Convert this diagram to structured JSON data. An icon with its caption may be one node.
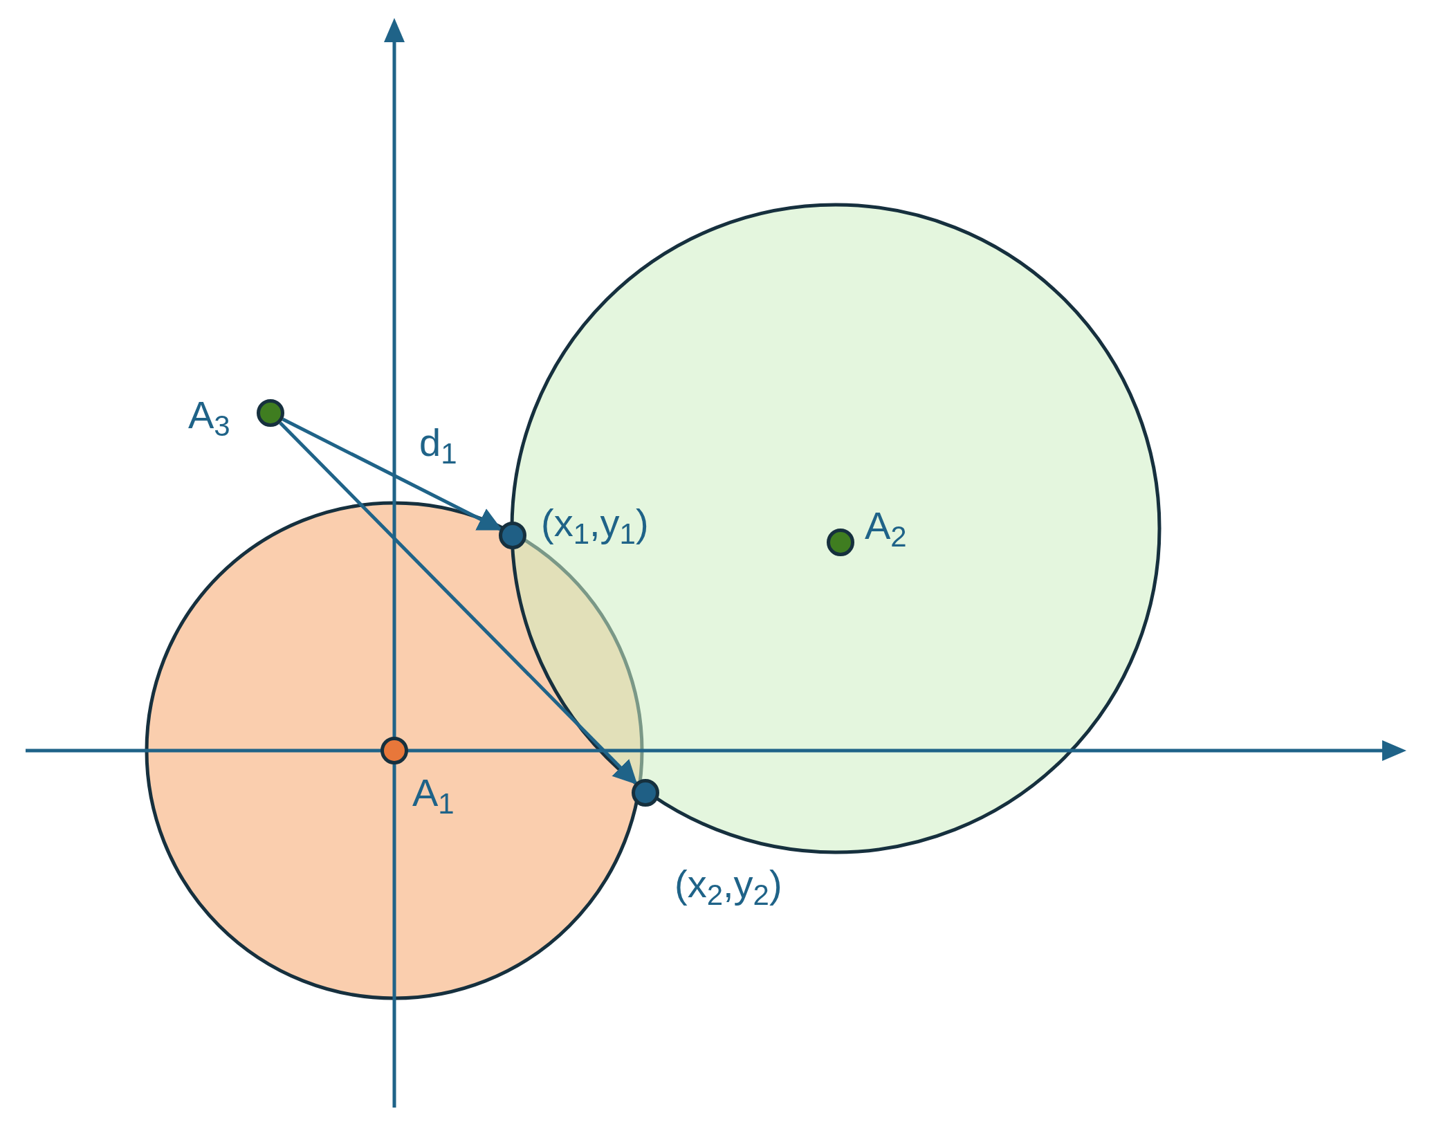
{
  "diagram": {
    "nodes": [
      {
        "text": [],
        "shape": "circle",
        "beside": [
          "A$_{3}$"
        ]
      },
      {
        "text": [],
        "shape": "circle",
        "beside": [
          "(x$_{1}$,y$_{1}$)"
        ]
      },
      {
        "text": [],
        "shape": "circle",
        "beside": [
          "(x$_{2}$,y$_{2}$)"
        ]
      },
      {
        "text": [],
        "shape": "circle",
        "beside": [
          "A$_{2}$"
        ]
      },
      {
        "text": [],
        "shape": "circle",
        "beside": [
          "A$_{1}$"
        ]
      }
    ],
    "edges": [
      {
        "from": 0,
        "to": 1,
        "arrow": "to",
        "label": "d$_{1}$"
      },
      {
        "from": 0,
        "to": 2,
        "arrow": "to"
      }
    ]
  }
}
